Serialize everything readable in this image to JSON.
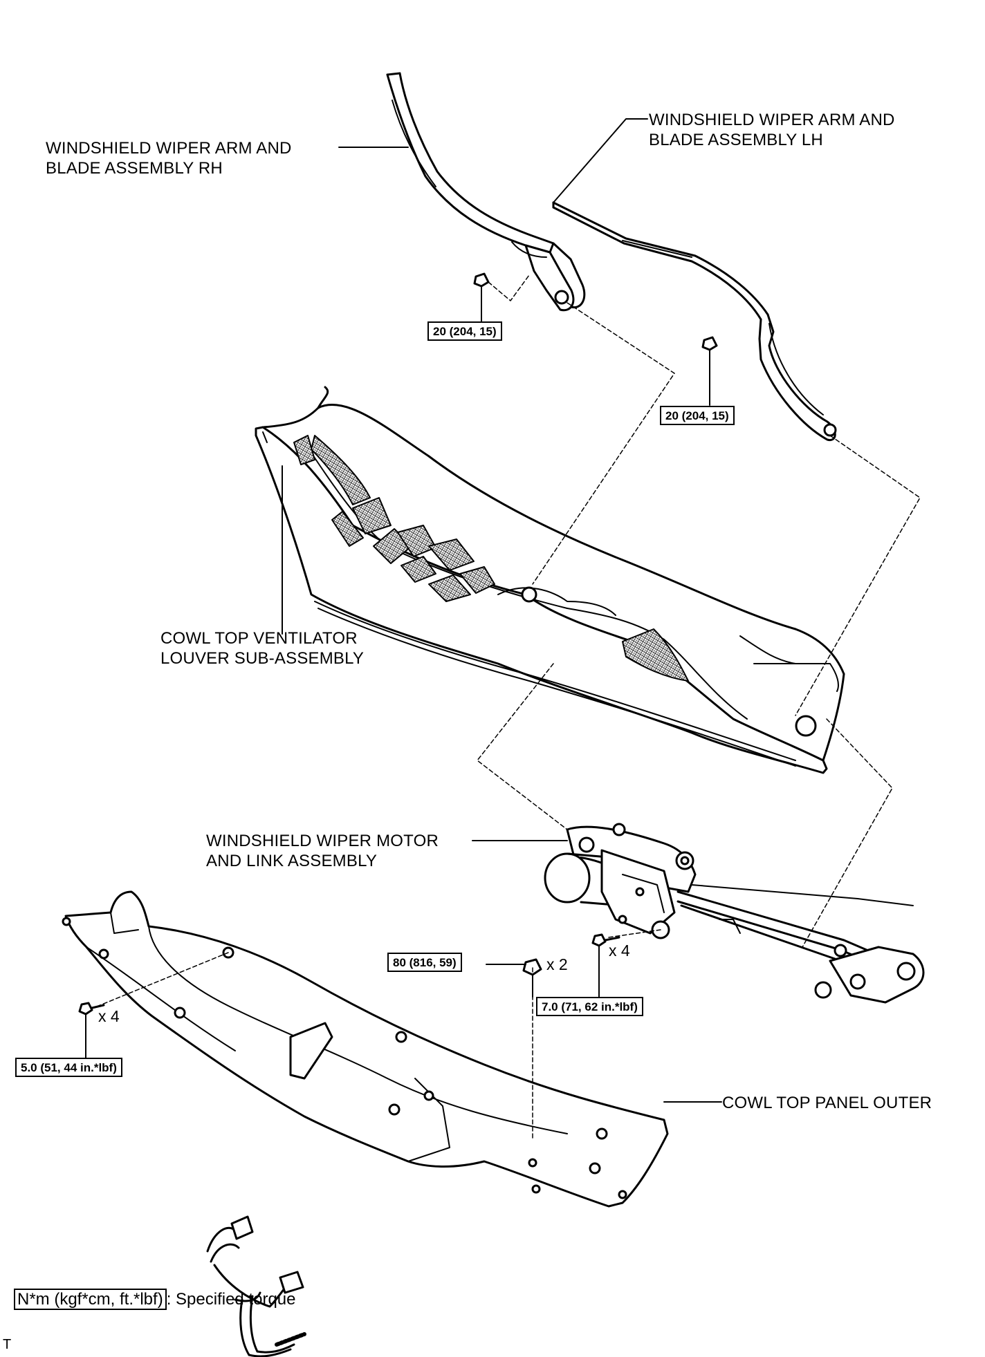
{
  "labels": {
    "wiper_rh": [
      "WINDSHIELD  WIPER ARM AND",
      "BLADE ASSEMBLY RH"
    ],
    "wiper_lh": [
      "WINDSHIELD  WIPER ARM AND",
      "BLADE ASSEMBLY LH"
    ],
    "louver": [
      "COWL TOP VENTILATOR",
      "LOUVER SUB-ASSEMBLY"
    ],
    "motor": [
      "WINDSHIELD WIPER MOTOR",
      "AND LINK ASSEMBLY"
    ],
    "panel": [
      "COWL TOP PANEL OUTER"
    ]
  },
  "torques": {
    "rh_nut": "20 (204, 15)",
    "lh_nut": "20 (204, 15)",
    "motor_nut": "80 (816, 59)",
    "motor_bolt": "7.0 (71, 62 in.*lbf)",
    "panel_bolt": "5.0 (51, 44 in.*lbf)"
  },
  "quantities": {
    "motor_nut": "x 2",
    "motor_bolt": "x 4",
    "panel_bolt": "x 4"
  },
  "legend": {
    "box_text": "N*m (kgf*cm, ft.*lbf)",
    "text": ": Specified torque"
  },
  "corner_mark": "T"
}
